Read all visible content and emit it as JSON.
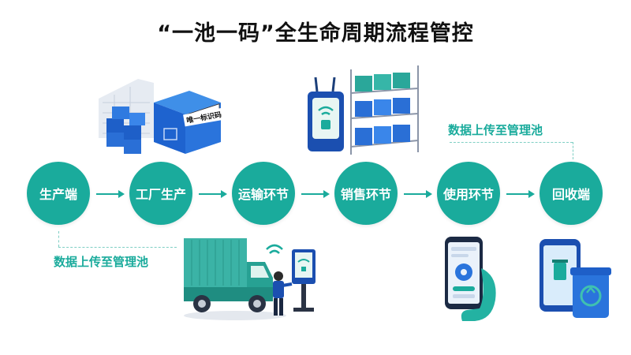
{
  "title": "“一池一码”全生命周期流程管控",
  "accent_color": "#1aab9c",
  "steps": [
    {
      "label": "生产端"
    },
    {
      "label": "工厂生产"
    },
    {
      "label": "运输环节"
    },
    {
      "label": "销售环节"
    },
    {
      "label": "使用环节"
    },
    {
      "label": "回收端"
    }
  ],
  "upload_notes": {
    "top_right": "数据上传至管理池",
    "bottom_left": "数据上传至管理池"
  },
  "box_label": "唯一标识码",
  "icons": [
    "warehouse-boxes",
    "iot-gateway-shelf",
    "delivery-truck-scanner",
    "smartphone-gear",
    "smartphone-recycle-bin"
  ]
}
